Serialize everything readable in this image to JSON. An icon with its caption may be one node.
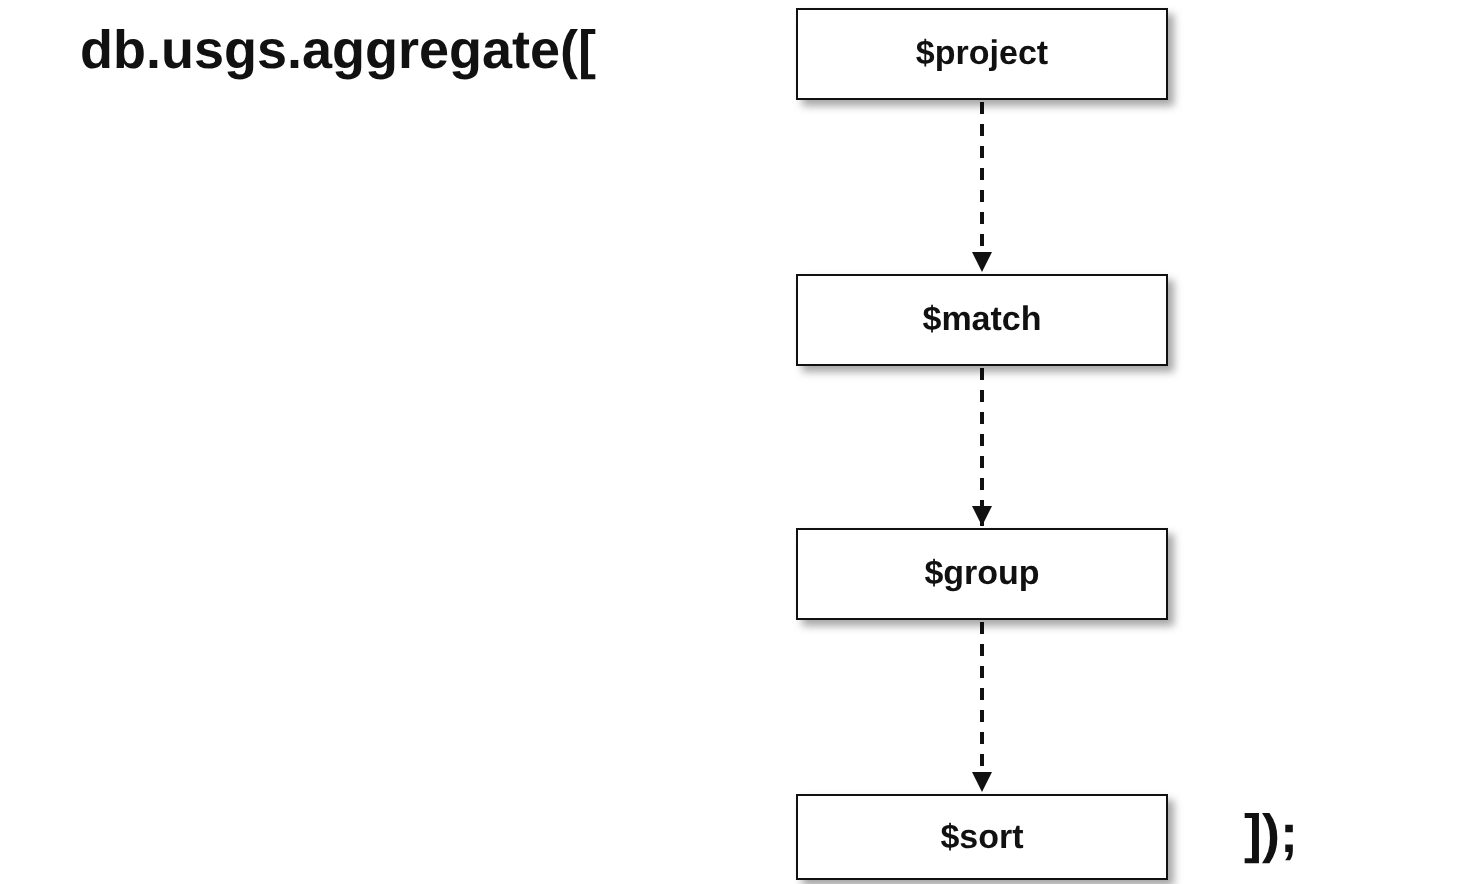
{
  "diagram": {
    "nodes": [
      {
        "text": [
          "$project"
        ]
      },
      {
        "text": [
          "$match"
        ]
      },
      {
        "text": [
          "$group"
        ]
      },
      {
        "text": [
          "$sort"
        ]
      }
    ],
    "edges": [
      {
        "from": 0,
        "to": 1,
        "arrow": "to",
        "style": "dashed"
      },
      {
        "from": 1,
        "to": 2,
        "arrow": "to",
        "style": "dashed"
      },
      {
        "from": 2,
        "to": 3,
        "arrow": "to",
        "style": "dashed"
      }
    ],
    "labels": [
      "db.usgs.aggregate([",
      "]);"
    ]
  }
}
